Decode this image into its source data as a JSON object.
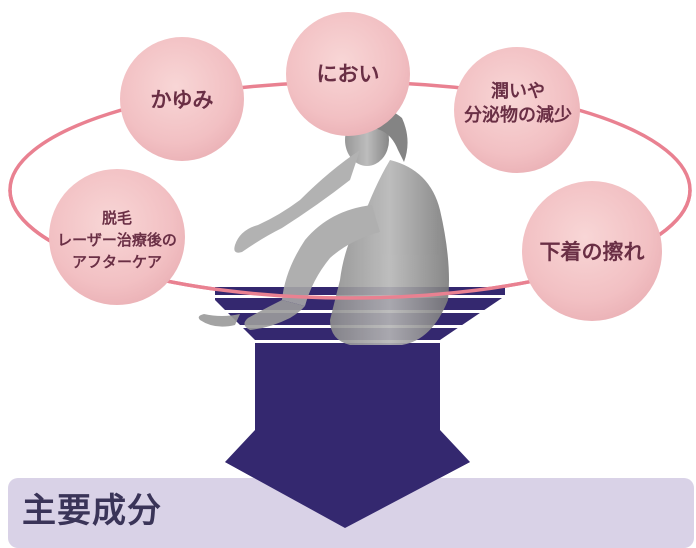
{
  "bubbles": {
    "kayumi": "かゆみ",
    "nioi": "におい",
    "uruoi_line1": "潤いや",
    "uruoi_line2": "分泌物の減少",
    "datsumo_line1": "脱毛",
    "datsumo_line2": "レーザー治療後の",
    "datsumo_line3": "アフターケア",
    "shitagi": "下着の擦れ"
  },
  "panel": {
    "title": "主要成分"
  },
  "colors": {
    "bubble_fill": "#f2c2c4",
    "ring": "#e87f8f",
    "funnel": "#34286f",
    "panel": "#d9d2e7",
    "text": "#6a2f45"
  }
}
